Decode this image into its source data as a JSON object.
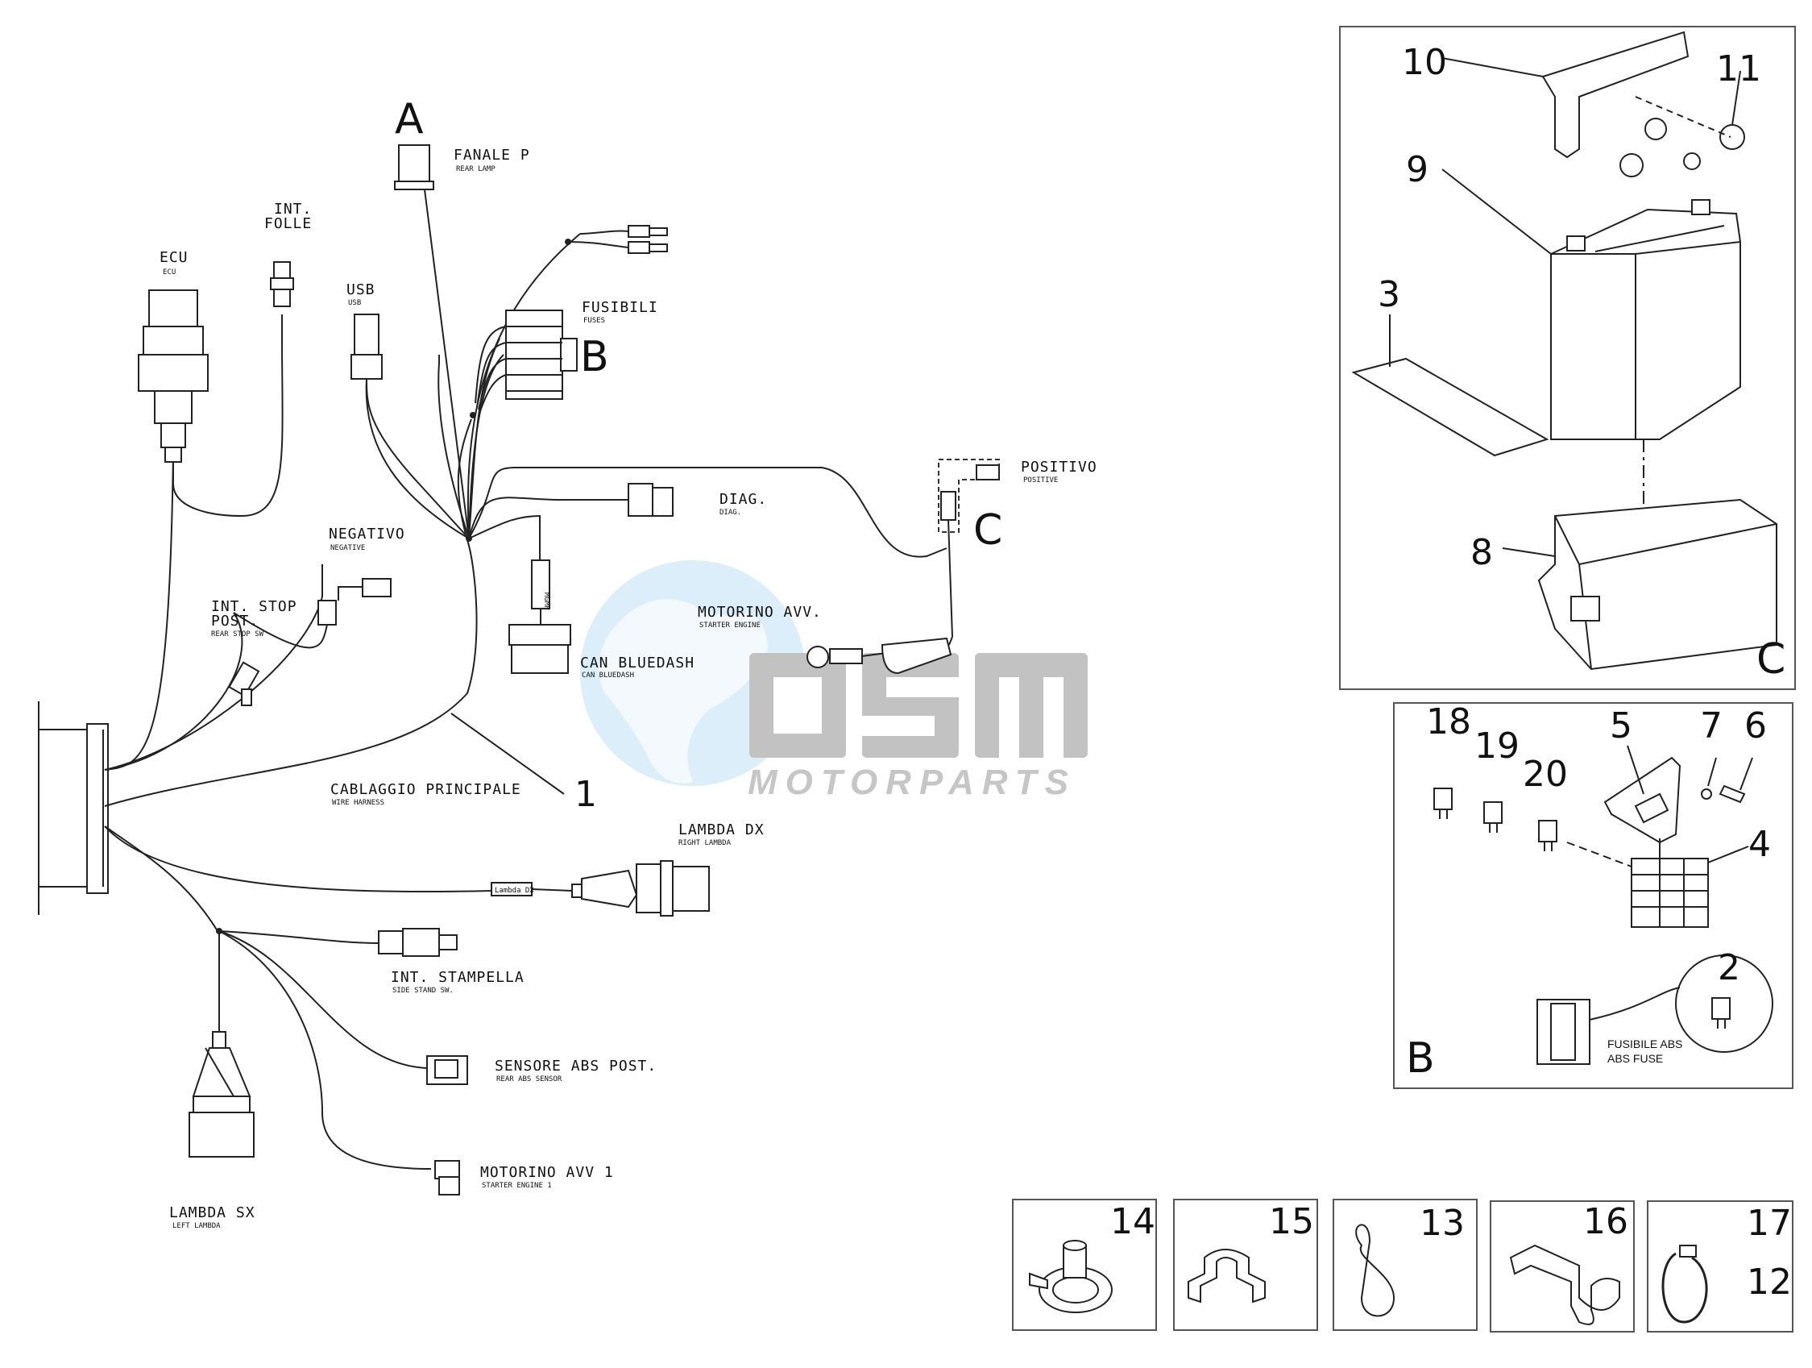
{
  "colors": {
    "line": "#222222",
    "watermark_blue": "#cfe8f7",
    "watermark_grey": "#b5b5b5"
  },
  "callouts": {
    "A": "A",
    "B": "B",
    "C": "C",
    "n1": "1",
    "n2": "2",
    "n3": "3",
    "n4": "4",
    "n5": "5",
    "n6": "6",
    "n7": "7",
    "n8": "8",
    "n9": "9",
    "n10": "10",
    "n11": "11",
    "n12": "12",
    "n13": "13",
    "n14": "14",
    "n15": "15",
    "n16": "16",
    "n17": "17",
    "n18": "18",
    "n19": "19",
    "n20": "20"
  },
  "labels": {
    "fanale": "FANALE P",
    "fanale_en": "REAR LAMP",
    "int_folle": "INT.",
    "int_folle2": "FOLLE",
    "ecu": "ECU",
    "ecu_en": "ECU",
    "usb": "USB",
    "usb_en": "USB",
    "fusibili": "FUSIBILI",
    "fusibili_en": "FUSES",
    "positivo": "POSITIVO",
    "positivo_en": "POSITIVE",
    "diag": "DIAG.",
    "diag_en": "DIAG.",
    "negativo": "NEGATIVO",
    "negativo_en": "NEGATIVE",
    "int_stop": "INT. STOP",
    "int_stop2": "POST.",
    "int_stop_en": "REAR STOP SW",
    "motorino": "MOTORINO AVV.",
    "motorino_en": "STARTER ENGINE",
    "can": "CAN BLUEDASH",
    "can_en": "CAN BLUEDASH",
    "cablaggio": "CABLAGGIO PRINCIPALE",
    "cablaggio_en": "WIRE HARNESS",
    "lambda_dx": "LAMBDA DX",
    "lambda_dx_en": "RIGHT LAMBDA",
    "stampella": "INT. STAMPELLA",
    "stampella_en": "SIDE STAND SW.",
    "abs_sensor": "SENSORE ABS POST.",
    "abs_sensor_en": "REAR ABS SENSOR",
    "motorino1": "MOTORINO AVV 1",
    "motorino1_en": "STARTER ENGINE 1",
    "lambda_sx": "LAMBDA SX",
    "lambda_sx_en": "LEFT LAMBDA",
    "fusibile_abs": "FUSIBILE ABS",
    "fusibile_abs_en": "ABS FUSE",
    "mgmp": "MGMP",
    "lambda_tag": "Lambda DX"
  },
  "watermark": {
    "brand": "OSM",
    "sub": "MOTORPARTS"
  }
}
